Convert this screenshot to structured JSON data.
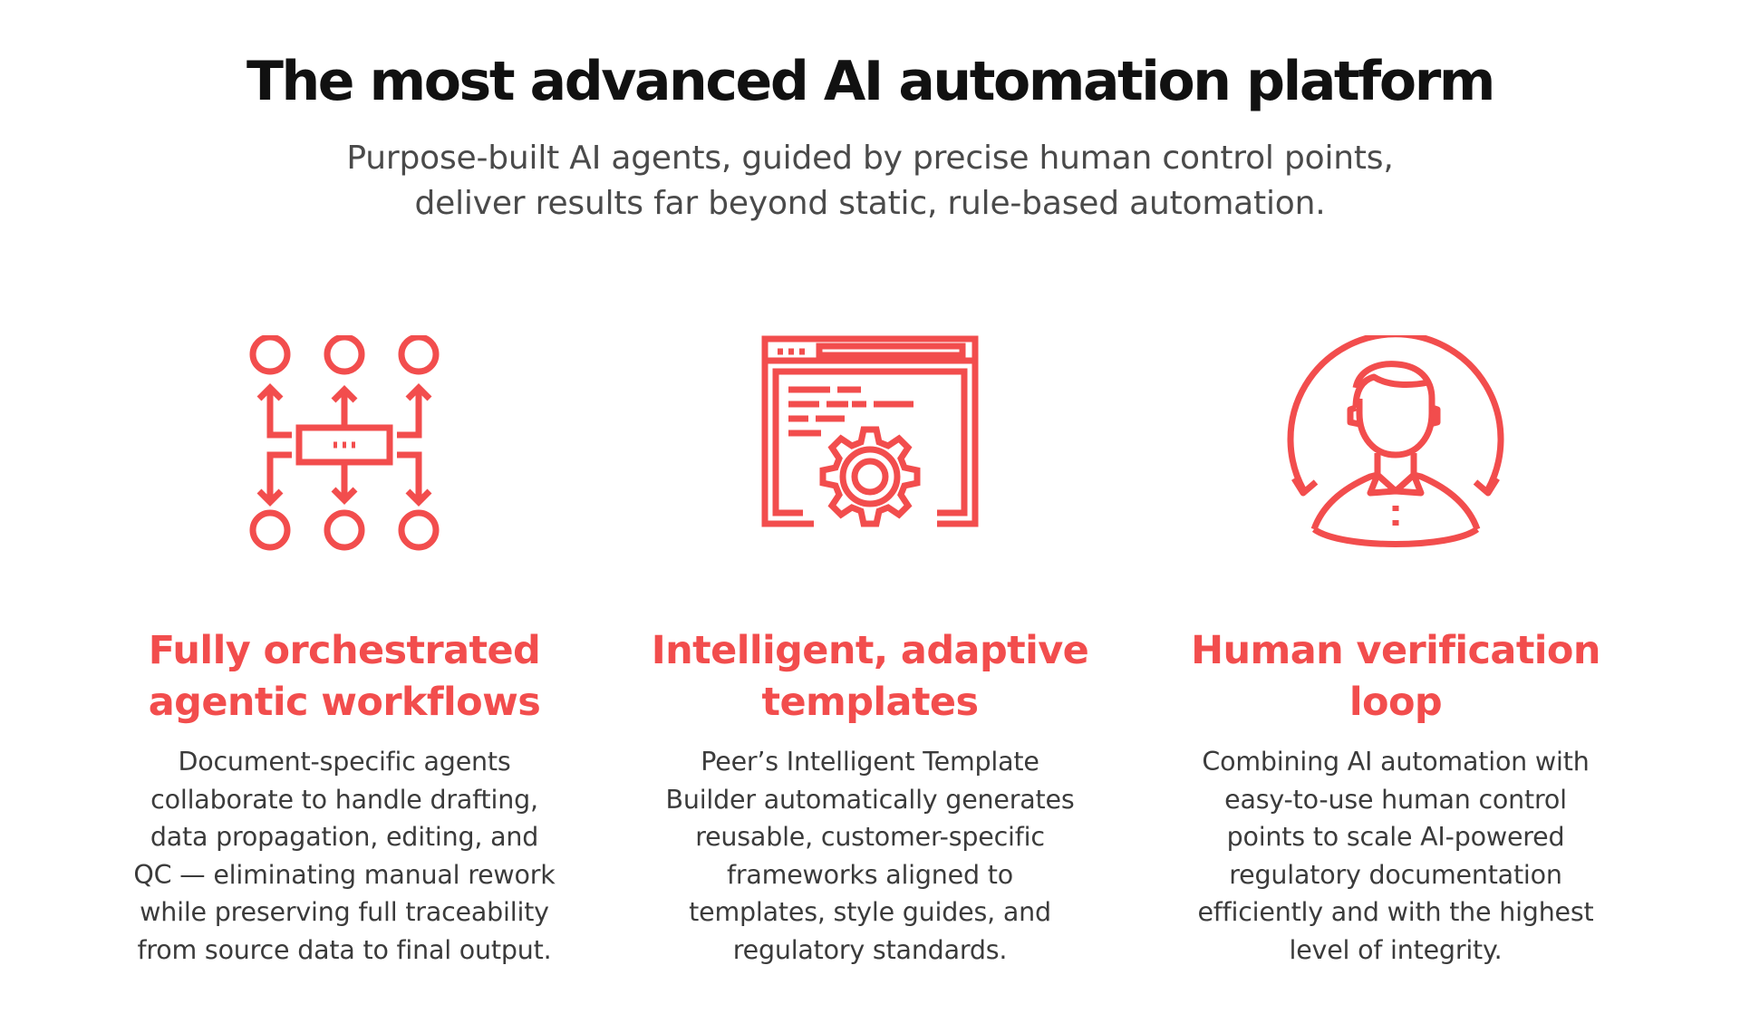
{
  "header": {
    "title": "The most advanced AI automation platform",
    "subtitle_lines": [
      "Purpose-built AI agents, guided by precise human control points,",
      "deliver results far beyond static, rule-based automation."
    ]
  },
  "features": [
    {
      "icon": "workflow-orchestration-icon",
      "title_lines": [
        "Fully orchestrated",
        "agentic workflows"
      ],
      "text_lines": [
        "Document-specific agents",
        "collaborate to handle drafting,",
        "data propagation, editing, and",
        "QC — eliminating manual rework",
        "while preserving full traceability",
        "from source data to final output."
      ]
    },
    {
      "icon": "template-gear-icon",
      "title_lines": [
        "Intelligent, adaptive",
        "templates"
      ],
      "text_lines": [
        "Peer’s Intelligent Template",
        "Builder automatically generates",
        "reusable, customer-specific",
        "frameworks aligned to",
        "templates, style guides, and",
        "regulatory standards."
      ]
    },
    {
      "icon": "human-verification-loop-icon",
      "title_lines": [
        "Human verification",
        "loop"
      ],
      "text_lines": [
        "Combining AI automation with",
        "easy-to-use human control",
        "points to scale AI-powered",
        "regulatory documentation",
        "efficiently and with the highest",
        "level of integrity."
      ]
    }
  ],
  "colors": {
    "accent": "#f24d4d",
    "title": "#111111",
    "subtitle": "#4a4a4a",
    "body_text": "#3b3b3b",
    "background": "#ffffff"
  }
}
